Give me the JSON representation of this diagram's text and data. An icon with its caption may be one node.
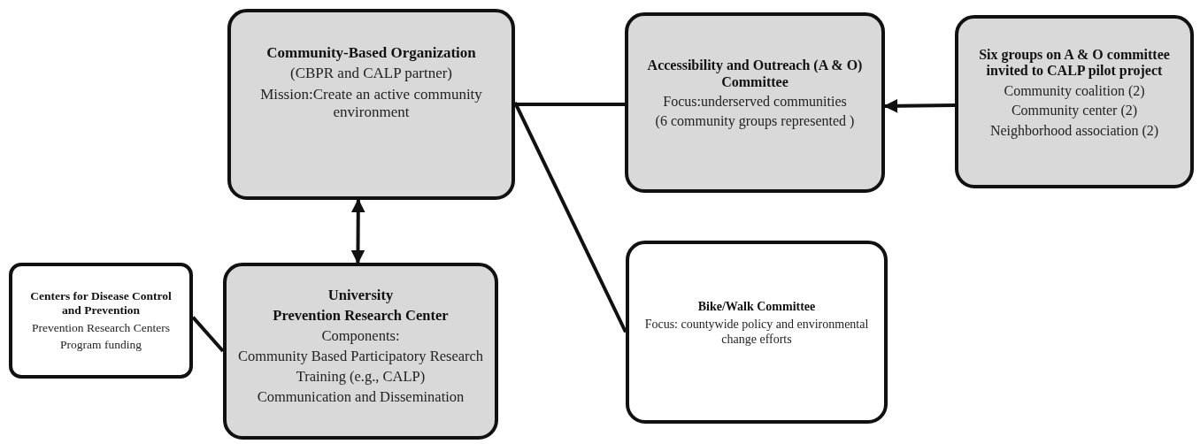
{
  "diagram": {
    "nodes": [
      {
        "text": [
          "Community-Based Organization",
          "(CBPR and CALP partner)",
          "Mission:Create an active community environment"
        ]
      },
      {
        "text": [
          "Accessibility and Outreach (A & O) Committee",
          "Focus:underserved communities",
          "(6 community groups represented )"
        ]
      },
      {
        "text": [
          "Six groups on A & O committee invited to CALP  pilot  project",
          "Community coalition (2)",
          "Community center (2)",
          "Neighborhood association (2)"
        ]
      },
      {
        "text": [
          "Centers for Disease Control and Prevention",
          "Prevention Research Centers",
          "Program funding"
        ]
      },
      {
        "text": [
          "University",
          "Prevention Research Center",
          "Components:",
          "Community Based Participatory Research",
          "Training (e.g., CALP)",
          "Communication and Dissemination"
        ]
      },
      {
        "text": [
          "Bike/Walk Committee",
          "Focus: countywide policy and environmental change efforts"
        ]
      }
    ],
    "edges": [
      {
        "from": 0,
        "to": 1,
        "arrow": "none"
      },
      {
        "from": 2,
        "to": 1,
        "arrow": "to"
      },
      {
        "from": 0,
        "to": 4,
        "arrow": "both"
      },
      {
        "from": 0,
        "to": 5,
        "arrow": "none"
      },
      {
        "from": 3,
        "to": 4,
        "arrow": "none"
      }
    ]
  }
}
